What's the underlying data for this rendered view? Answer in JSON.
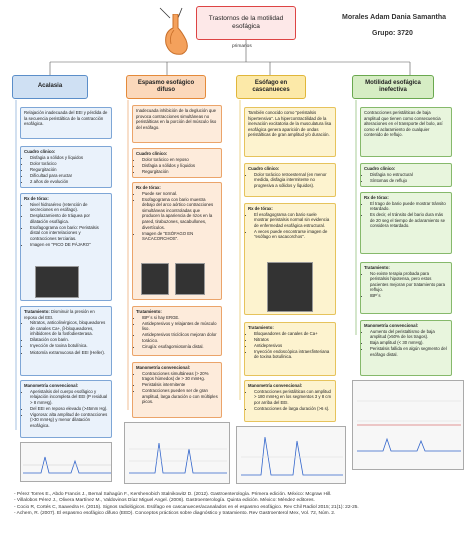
{
  "header": {
    "title": "Trastornos de la motilidad esofágica",
    "author": "Morales Adam Dania Samantha",
    "group": "Grupo: 3720",
    "primarios": "primarios"
  },
  "columns": {
    "acalasia": {
      "title": "Acalasia",
      "def": "Relajación inadecuada del EEI y pérdida de la secuencia peristáltica de la contracción esofágica.",
      "clinico_h": "Cuadro clínico:",
      "clinico": [
        "Disfagia a sólidos y líquidos",
        "Dolor torácico",
        "Regurgitación",
        "Dificultad para eructar",
        "2 años de evolución"
      ],
      "rx_h": "Rx de tórax:",
      "rx": [
        "Nivel hidroaéreo (retención de secreciones en esófago).",
        "Desplazamiento de tráquea por dilatación esofágica.",
        "Esofagograma con bario: Peristalsis distal con interrelaciones y contracciones terciarias.",
        "Imagen en \"PICO DE PÁJARO\""
      ],
      "tx_h": "Tratamiento:",
      "tx_intro": "Disminuir la presión en reposo del EEI.",
      "tx": [
        "Nitratos, anticolinérgicos, bloqueadores de canales Ca+, β-bloqueadores, inhibidores de la fosfodiesterasa.",
        "Dilatación con barin.",
        "Inyección de toxina botulínica.",
        "Miotomía extramucosa del EEI (Heller)."
      ],
      "mano_h": "Manometría convencional:",
      "mano": [
        "Aperistalsis del cuerpo esofágico y relajación incompleta del EEI (P residual > 8 mmHg).",
        "Del EEI en reposo elevado (>45mm Hg).",
        "Vigorosa: alta amplitud de contracciones (>30 mmHg) y menor dilatación esofágica."
      ]
    },
    "espasmo": {
      "title": "Espasmo esofágico difuso",
      "def": "Inadecuada inhibición de la deglución que provoca contracciones simultáneas no peristálticas en la porción del músculo liso del esófago.",
      "clinico_h": "Cuadro clínico:",
      "clinico": [
        "Dolor torácico en reposo",
        "Disfagia a sólidos y líquidos",
        "Regurgitación"
      ],
      "rx_h": "Rx de tórax:",
      "rx": [
        "Puede ser normal.",
        "Esofagograma con bario muestra debajo del arco aórtico contracciones simultáneas incontroladas que producen la apariencia de rizos en la pared, tirabuzones, sacabullones, divertículos.",
        "Imagen de \"ESÓFAGO EN SACACORCHOS\"."
      ],
      "tx_h": "Tratamiento:",
      "tx": [
        "IBP´s si hay ERGE.",
        "Antidepresivos y relajantes de músculo liso.",
        "Antidepresivos tricíclicos mejoran dolor torácico.",
        "Cirugía: esofagomiotomía distal."
      ],
      "mano_h": "Manometría convencional:",
      "mano": [
        "Contracciones simultáneas (> 20% tragos húmedos) de > 30 mmHg.",
        "Peristalsis intermitente",
        "Contracciones pueden ser de gran amplitud, larga duración o con múltiples picos."
      ]
    },
    "cascanueces": {
      "title": "Esófago en cascanueces",
      "def": "También conocido como \"peristalsis hipertensiva\". La hipercontractilidad de la inervación excitatoria de la musculatura lisa esofágica genera aparición de ondas peristálticas de gran amplitud y/o duración.",
      "clinico_h": "Cuadro clínico:",
      "clinico": [
        "Dolor torácico retroesternal (en menor medida, disfagia intermitente no progresiva a sólidos y líquidos)."
      ],
      "rx_h": "Rx de tórax:",
      "rx": [
        "El esofagograma con bario suele mostrar peristalsis normal sin evidencia de enfermedad esofágica estructural.",
        "A veces puede encontrarse imagen de \"esófago en sacacorchos\"."
      ],
      "tx_h": "Tratamiento:",
      "tx": [
        "Bloqueadores de canales de Ca+",
        "Nitratos",
        "Antidepresivos",
        "Inyección endoscópica intraesfinteriana de toxina botulínica."
      ],
      "mano_h": "Manometría convencional:",
      "mano": [
        "Contracciones peristálticas con amplitud > 180 mmHg en los segmentos 3 y 8 cm por arriba del EEI.",
        "Contracciones de larga duración (>6 s)."
      ]
    },
    "inefectiva": {
      "title": "Motilidad esofágica inefectiva",
      "def": "Contracciones peristálticas de baja amplitud que tienen como consecuencia alteraciones en el transporte del bolo, así como el aclaramiento de cualquier contenido de reflujo.",
      "clinico_h": "Cuadro clínico:",
      "clinico": [
        "Disfagia no estructural",
        "Síntomas de reflujo"
      ],
      "rx_h": "Rx de tórax:",
      "rx": [
        "El trago de bario puede mostrar tránsito retardado.",
        "Es decir, el tránsito del bario dura más de 20 seg el tiempo de aclaramiento se considera retardado."
      ],
      "tx_h": "Tratamiento:",
      "tx": [
        "No existe terapia probada para peristalsis hipotensa, pero estos pacientes mejoran por tratamiento para reflujo.",
        "IBP´s"
      ],
      "mano_h": "Manometría convencional:",
      "mano": [
        "Aumento del peristaltismo de baja amplitud (≥50% de los tragos).",
        "Baja amplitud (< 30 mmHg).",
        "Peristalsis fallida en algún segmento del esófago distal."
      ]
    }
  },
  "references": [
    "- Pérez Torres E., Abdo Francis J., Bernal Sahagún F., Kershenobich Stalnikowitz D. (2012). Gastroenterología. Primera edición. México: Mcgraw Hill.",
    "- Villalobos Pérez J., Olivera Martínez M., Valdovinos Díaz Miguel Angel. (2006). Gastroenterología. Quinta edición. México: Méndez editores.",
    "- Cocio R, Cortés C, Saavedra H. (2015). Signos radiológicos. Esófago en cascanueces/acanalados en el espasmo esofágico. Rev Chil Radiol 2015; 21(1): 22-25.",
    "- Achem, R. (2007). El espasmo esofágico difuso (EED). Conceptos prácticos sobre diagnóstico y tratamiento. Rev Gastroenterol Mex, Vol. 72, Núm. 2."
  ],
  "colors": {
    "blue": "#5b8ec9",
    "orange": "#e48a3a",
    "yellow": "#e0b63a",
    "green": "#6aa84f",
    "title_border": "#dd4444"
  },
  "icons": [
    "stomach-icon"
  ]
}
